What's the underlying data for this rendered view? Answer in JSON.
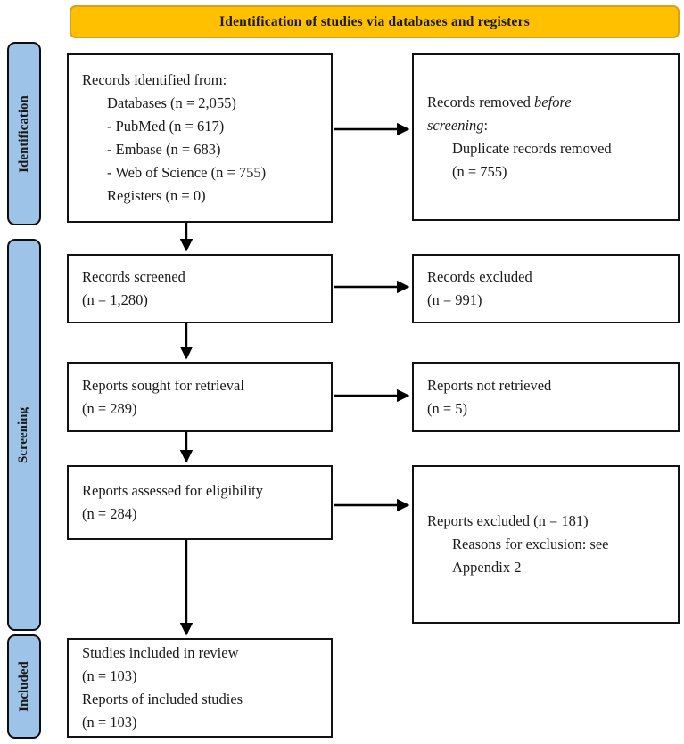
{
  "header": {
    "title": "Identification of studies via databases and registers"
  },
  "stages": {
    "identification": "Identification",
    "screening": "Screening",
    "included": "Included"
  },
  "boxes": {
    "identified": {
      "lines": [
        "Records identified from:",
        "Databases (n = 2,055)",
        "- PubMed (n = 617)",
        "- Embase (n = 683)",
        "- Web of Science (n = 755)",
        "Registers (n = 0)"
      ]
    },
    "removed": {
      "line1_pre": "Records removed ",
      "line1_italic": "before",
      "line2_italic": "screening",
      "line2_post": ":",
      "line3": "Duplicate records removed",
      "line4": "(n = 755)"
    },
    "screened": {
      "lines": [
        "Records screened",
        "(n = 1,280)"
      ]
    },
    "excluded": {
      "lines": [
        "Records excluded",
        "(n = 991)"
      ]
    },
    "sought": {
      "lines": [
        "Reports sought for retrieval",
        "(n = 289)"
      ]
    },
    "not_retrieved": {
      "lines": [
        "Reports not retrieved",
        "(n = 5)"
      ]
    },
    "assessed": {
      "lines": [
        "Reports assessed for eligibility",
        "(n = 284)"
      ]
    },
    "reports_excluded": {
      "lines": [
        "Reports excluded (n = 181)",
        "Reasons for exclusion: see",
        "Appendix 2"
      ]
    },
    "included": {
      "lines": [
        "Studies included in review",
        "(n = 103)",
        "Reports of included studies",
        "(n = 103)"
      ]
    }
  },
  "colors": {
    "header_fill": "#FFC000",
    "header_border": "#DC9E1F",
    "stage_fill": "#9DC3E8",
    "arrow_color": "#000000"
  }
}
